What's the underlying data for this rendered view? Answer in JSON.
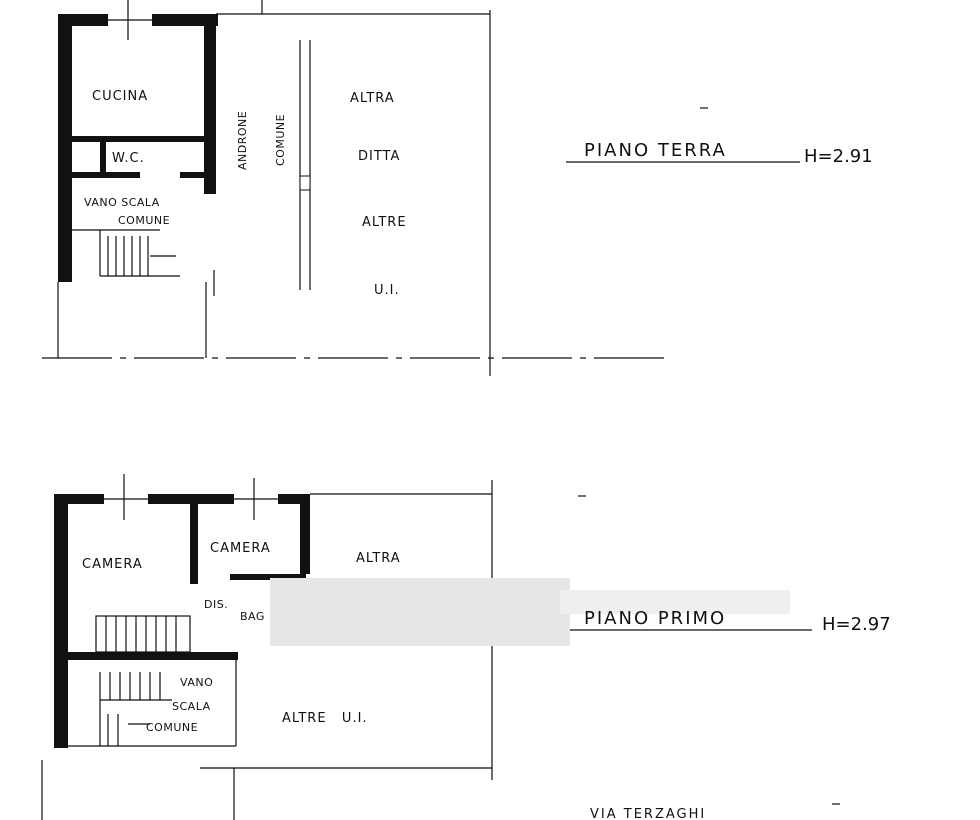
{
  "ground_floor": {
    "title": "PIANO TERRA",
    "height": "H=2.91",
    "rooms": {
      "kitchen": "CUCINA",
      "wc": "W.C.",
      "stair_line1": "VANO SCALA",
      "stair_line2": "COMUNE",
      "hall_line1": "ANDRONE",
      "hall_line2": "COMUNE",
      "other_line1": "ALTRA",
      "other_line2": "DITTA",
      "other_line3": "ALTRE",
      "other_line4": "U.I."
    }
  },
  "first_floor": {
    "title": "PIANO PRIMO",
    "height": "H=2.97",
    "rooms": {
      "camera_left": "CAMERA",
      "camera_right": "CAMERA",
      "dis": "DIS.",
      "bagno": "BAG",
      "stair_line1": "VANO",
      "stair_line2": "SCALA",
      "stair_line3": "COMUNE",
      "other_top": "ALTRA",
      "other_bottom": "ALTRE   U.I."
    }
  },
  "street": "VIA TERZAGHI",
  "colors": {
    "ink": "#111111",
    "paper": "#ffffff",
    "redaction": "#e6e6e6"
  }
}
